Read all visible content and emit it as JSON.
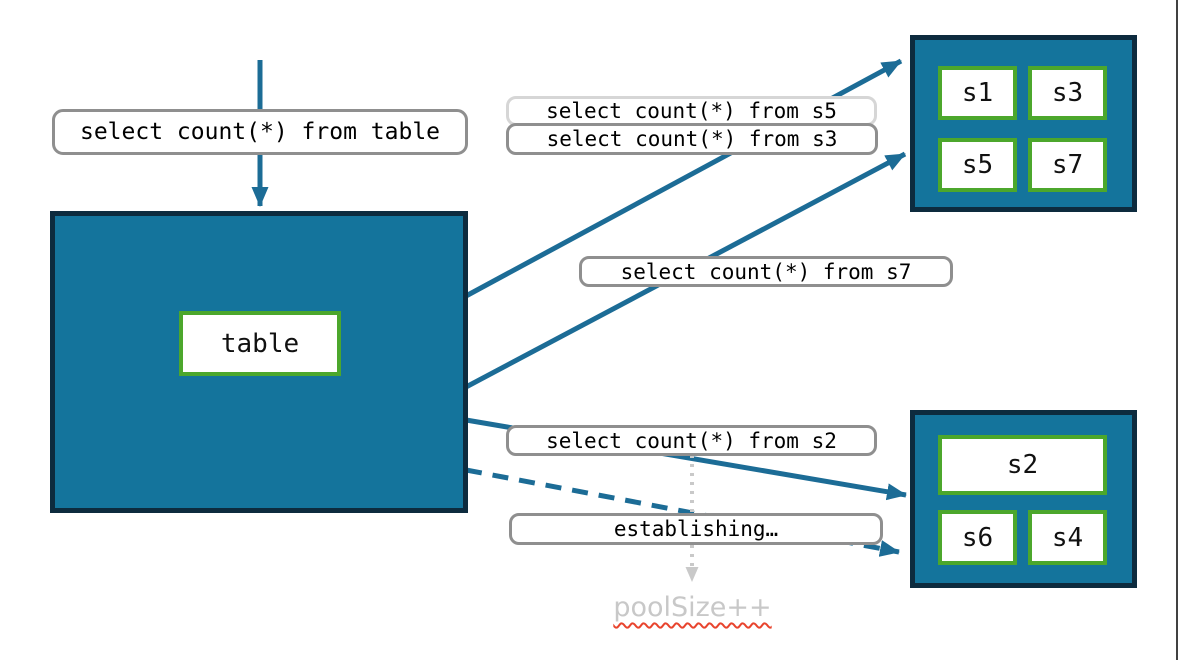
{
  "diagram": {
    "incoming_query_label": "select count(*) from table",
    "table_node": {
      "label": "table"
    },
    "fanout_queries": {
      "s5": "select count(*) from s5",
      "s3": "select count(*) from s3",
      "s7": "select count(*) from s7",
      "s2": "select count(*) from s2"
    },
    "status_label": "establishing…",
    "annotation": "poolSize++",
    "shard_group_top": [
      "s1",
      "s3",
      "s5",
      "s7"
    ],
    "shard_group_bottom": [
      "s2",
      "s6",
      "s4"
    ],
    "colors": {
      "node_fill": "#14749C",
      "node_border": "#0D2B3E",
      "shard_border": "#4CA72C",
      "arrow": "#1C6C96",
      "label_border": "#8F8F8F",
      "label_border_light": "#D6D6D6",
      "muted_text": "#C8C8C8",
      "spellcheck_squiggle": "#E8442E"
    }
  }
}
